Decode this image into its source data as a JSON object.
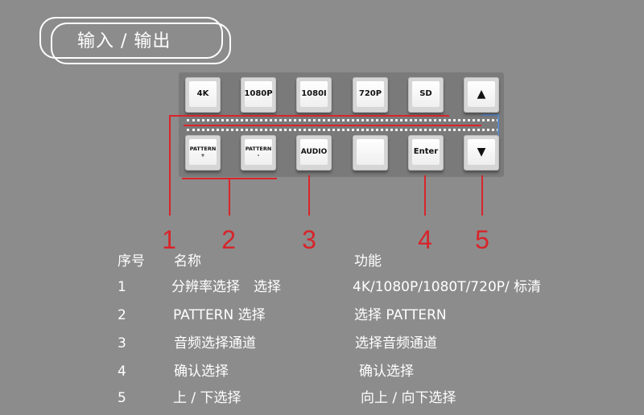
{
  "title": "输入 / 输出",
  "keys_row1": [
    {
      "label": "4K"
    },
    {
      "label": "1080P"
    },
    {
      "label": "1080I"
    },
    {
      "label": "720P"
    },
    {
      "label": "SD"
    },
    {
      "label": "▲",
      "icon": "up-arrow-icon"
    }
  ],
  "keys_row2": [
    {
      "label": "PATTERN",
      "sub": "+"
    },
    {
      "label": "PATTERN",
      "sub": "-"
    },
    {
      "label": "AUDIO"
    },
    {
      "label": ""
    },
    {
      "label": "Enter"
    },
    {
      "label": "▼",
      "icon": "down-arrow-icon"
    }
  ],
  "callouts": [
    "1",
    "2",
    "3",
    "4",
    "5"
  ],
  "colors": {
    "background": "#8c8c8c",
    "callout": "#d8242a",
    "text": "#ffffff"
  },
  "legend": {
    "headers": {
      "number": "序号",
      "name": "名称",
      "function": "功能"
    },
    "rows": [
      {
        "number": "1",
        "name": "分辨率选择　选择",
        "function": "4K/1080P/1080T/720P/ 标清"
      },
      {
        "number": "2",
        "name": "PATTERN 选择",
        "function": "选择 PATTERN"
      },
      {
        "number": "3",
        "name": "音频选择通道",
        "function": "选择音频通道"
      },
      {
        "number": "4",
        "name": "确认选择",
        "function": "确认选择"
      },
      {
        "number": "5",
        "name": "上 / 下选择",
        "function": "向上 / 向下选择"
      }
    ]
  }
}
